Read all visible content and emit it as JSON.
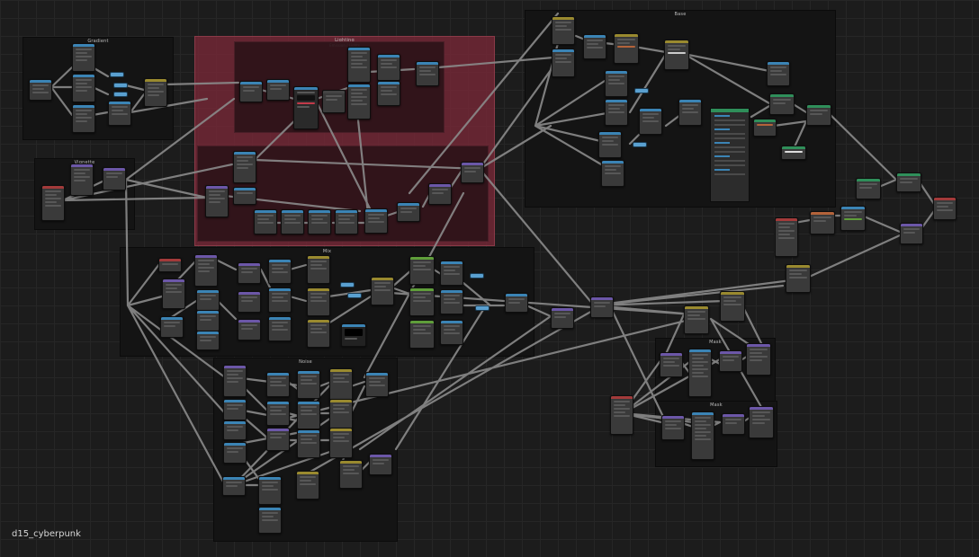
{
  "editor": {
    "type": "Node editor",
    "file_label": "d15_cyberpunk",
    "colors": {
      "canvas": "#1c1c1c",
      "frame": "#141414",
      "frame_red": "#782837",
      "link": "#8a8a8a",
      "header_input": "#3b84b5",
      "header_shader": "#6c57a8",
      "header_texture": "#9a8a2f",
      "header_output": "#2f8f5a",
      "header_group": "#a33a3a"
    }
  },
  "frames": [
    {
      "id": "f1",
      "title": "Gradient",
      "subtitle": ""
    },
    {
      "id": "f2",
      "title": "Vignette",
      "subtitle": ""
    },
    {
      "id": "f3",
      "title": "Lighting",
      "subtitle": "Emission / Lights"
    },
    {
      "id": "f4",
      "title": "Mix",
      "subtitle": ""
    },
    {
      "id": "f5",
      "title": "Base",
      "subtitle": ""
    },
    {
      "id": "f6",
      "title": "Noise",
      "subtitle": ""
    },
    {
      "id": "f7",
      "title": "Mask",
      "subtitle": ""
    },
    {
      "id": "f8",
      "title": "Mask",
      "subtitle": ""
    }
  ]
}
